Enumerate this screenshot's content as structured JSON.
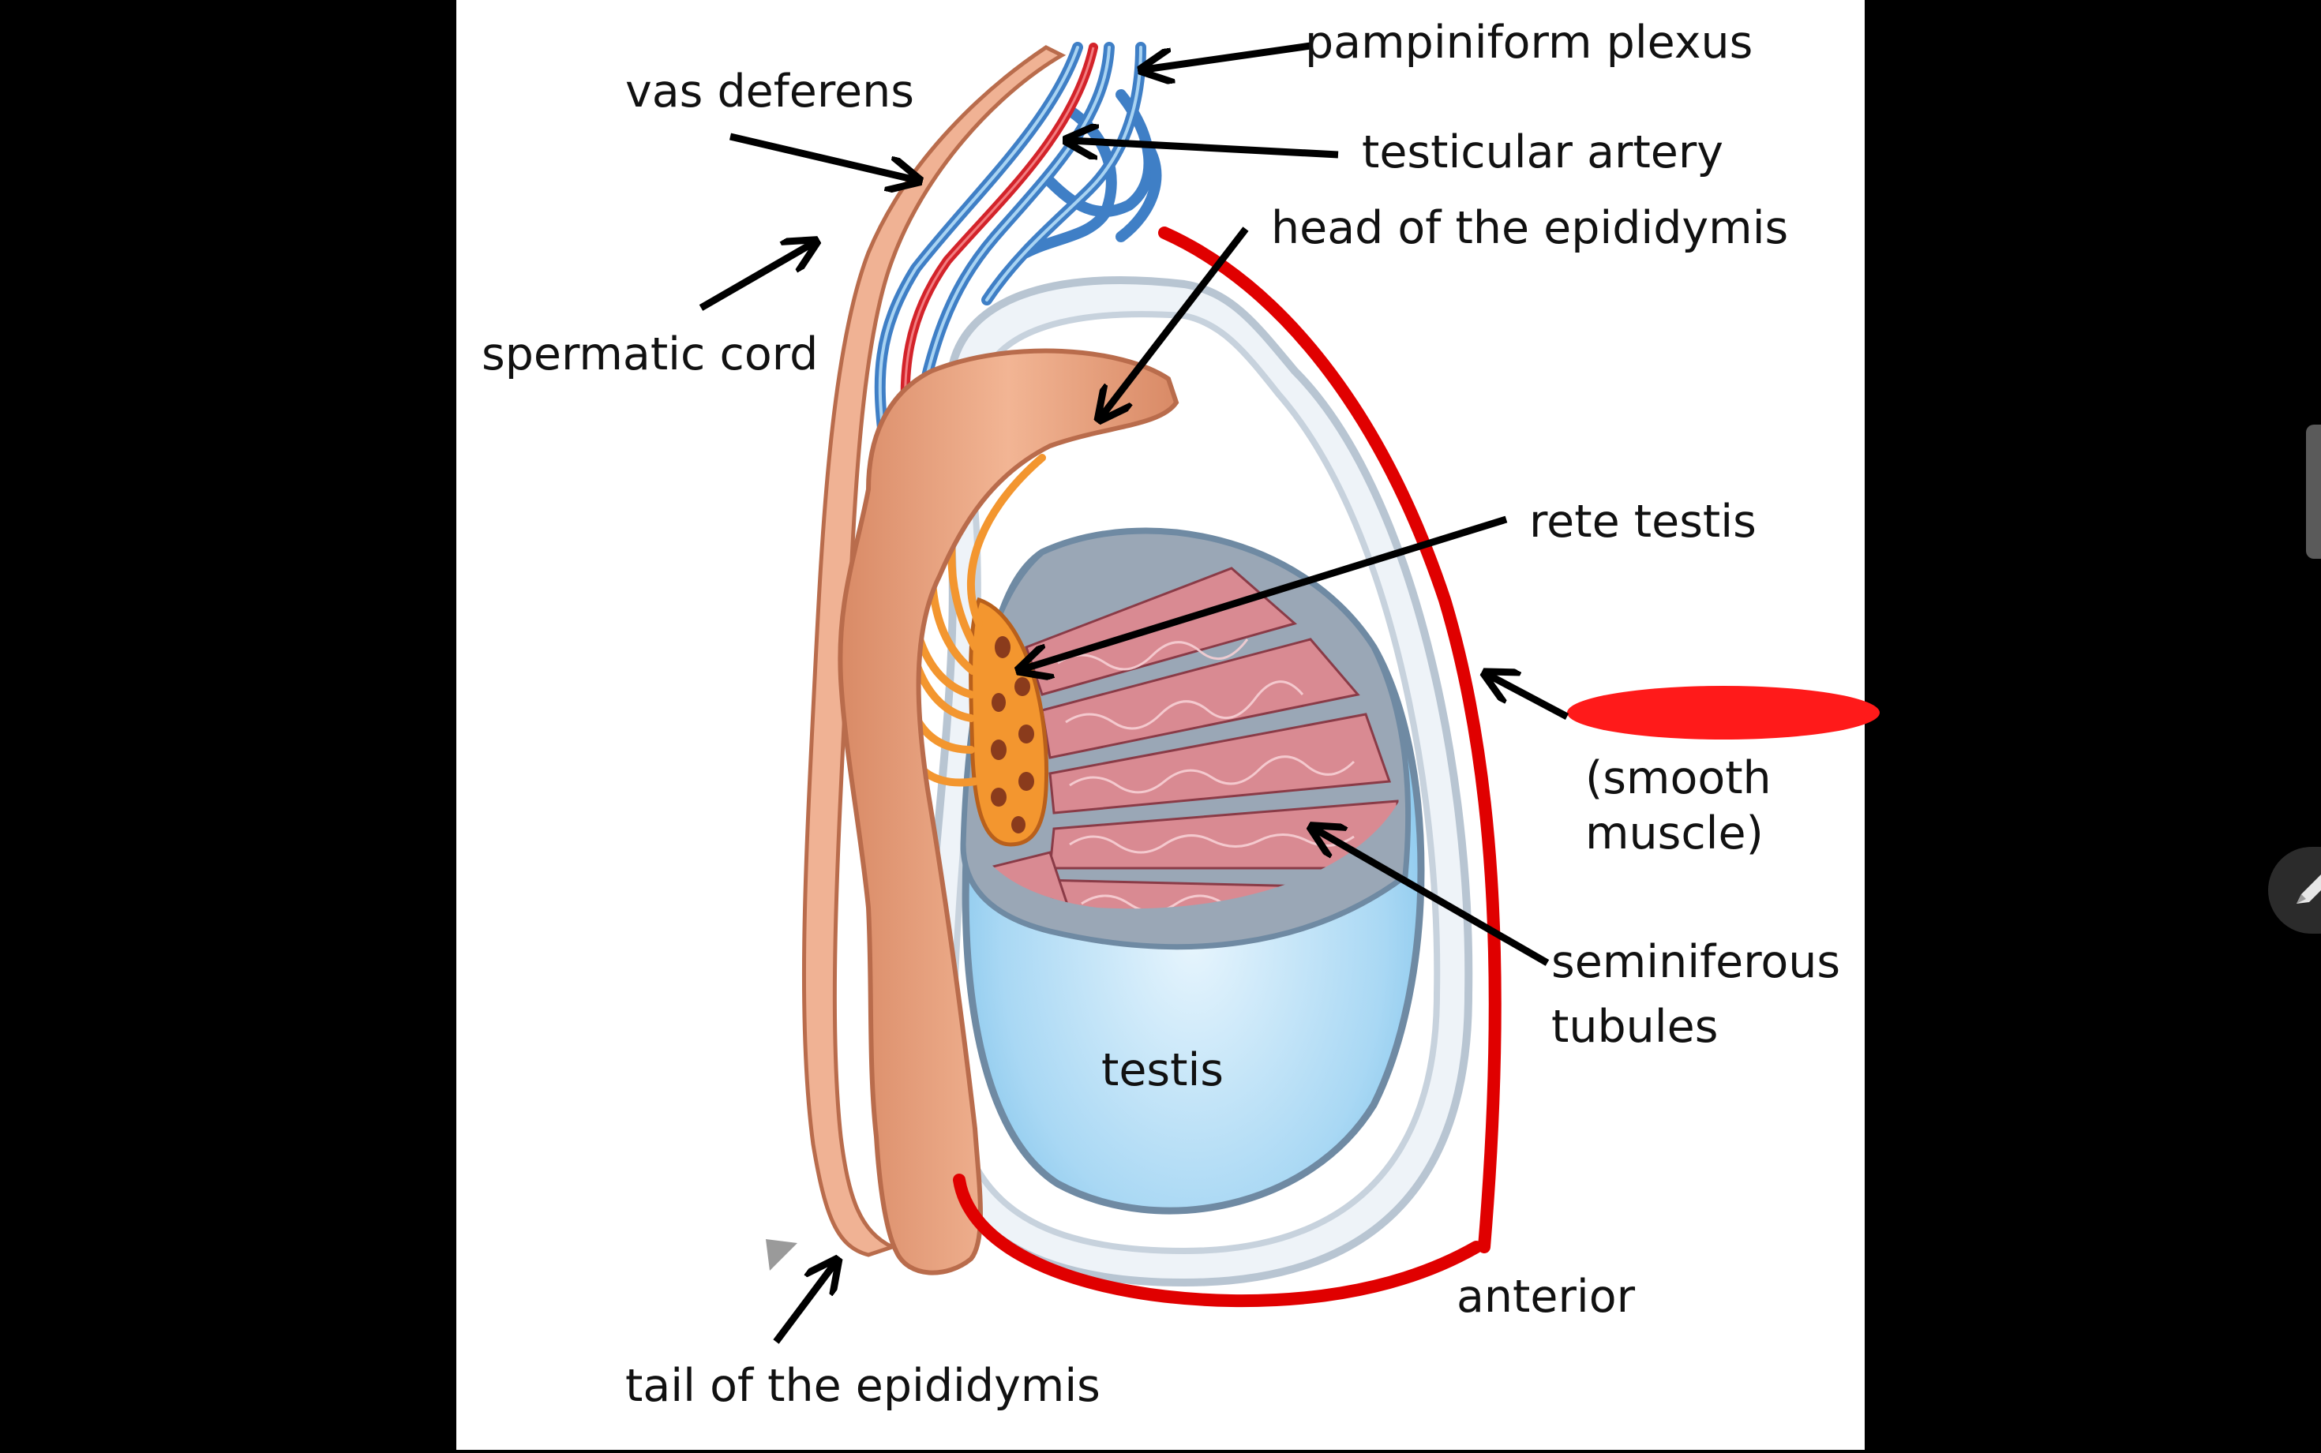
{
  "labels": {
    "pampiniform_plexus": "pampiniform plexus",
    "vas_deferens": "vas deferens",
    "testicular_artery": "testicular artery",
    "head_of_epididymis": "head of the epididymis",
    "spermatic_cord": "spermatic cord",
    "rete_testis": "rete testis",
    "smooth_muscle_line1": "(smooth",
    "smooth_muscle_line2": "muscle)",
    "seminiferous_line1": "seminiferous",
    "seminiferous_line2": "tubules",
    "testis": "testis",
    "anterior": "anterior",
    "tail_of_epididymis": "tail of the epididymis"
  },
  "colors": {
    "background": "#000000",
    "canvas": "#ffffff",
    "annotation_red": "#e00000",
    "vein_blue": "#3f7fc6",
    "artery_red": "#d3232a",
    "epididymis": "#e9a07f",
    "rete_orange": "#f3962f",
    "tubule_pink": "#d98a92",
    "testis_blue": "#bfe3f7",
    "tunica_grey": "#aebccb"
  },
  "icons": {
    "pen": "pen-icon"
  }
}
